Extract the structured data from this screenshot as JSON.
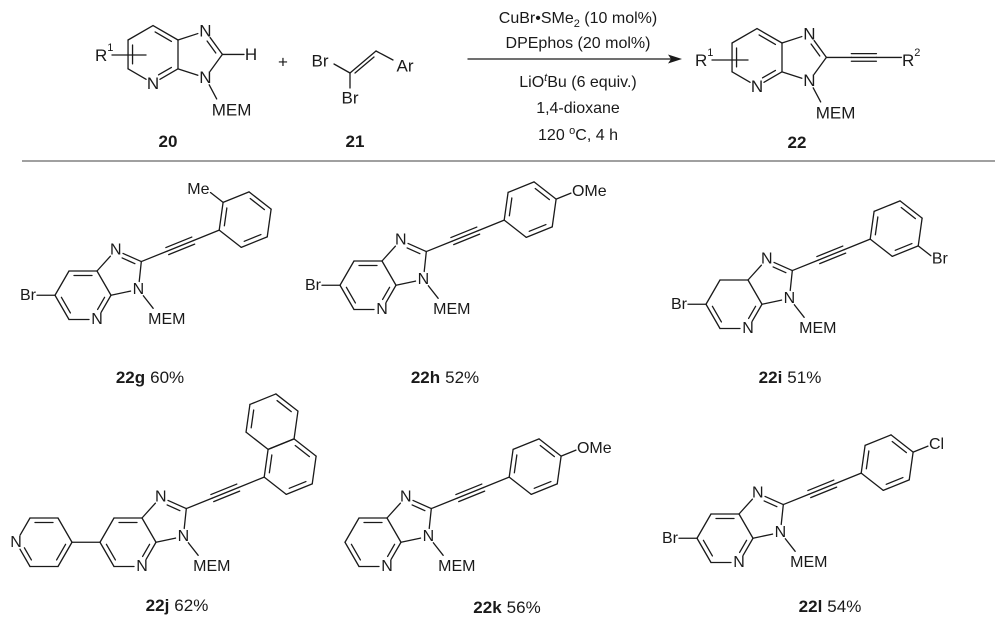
{
  "labels": {
    "n": "N",
    "mem": "MEM",
    "br": "Br",
    "h": "H"
  },
  "scheme": {
    "reactant_1": {
      "id": "20",
      "r": "R",
      "r_sup": "1"
    },
    "reactant_2": {
      "id": "21",
      "br_1": "Br",
      "br_2": "Br",
      "ar": "Ar"
    },
    "plus": "+",
    "conditions": {
      "catalyst": "CuBr•SMe",
      "catalyst_sub": "2",
      "catalyst_load": " (10 mol%)",
      "ligand": "DPEphos (20 mol%)",
      "base_pre": "LiO",
      "base_sup": "t",
      "base_post": "Bu (6 equiv.)",
      "solvent": "1,4-dioxane",
      "temp_pre": "120  ",
      "temp_sup": "o",
      "temp_post": "C, 4 h"
    },
    "product": {
      "id": "22",
      "r1": "R",
      "r1_sup": "1",
      "r2": "R",
      "r2_sup": "2"
    }
  },
  "products": [
    {
      "id": "22g",
      "yield": "60%",
      "c6_substituent": "Br",
      "aryl_substituent": "Me"
    },
    {
      "id": "22h",
      "yield": "52%",
      "c6_substituent": "Br",
      "aryl_substituent": "OMe"
    },
    {
      "id": "22i",
      "yield": "51%",
      "c6_substituent": "Br",
      "aryl_substituent": "Br"
    },
    {
      "id": "22j",
      "yield": "62%",
      "pyridyl_n": "N"
    },
    {
      "id": "22k",
      "yield": "56%",
      "aryl_substituent": "OMe"
    },
    {
      "id": "22l",
      "yield": "54%",
      "c6_substituent": "Br",
      "aryl_substituent": "Cl"
    }
  ]
}
